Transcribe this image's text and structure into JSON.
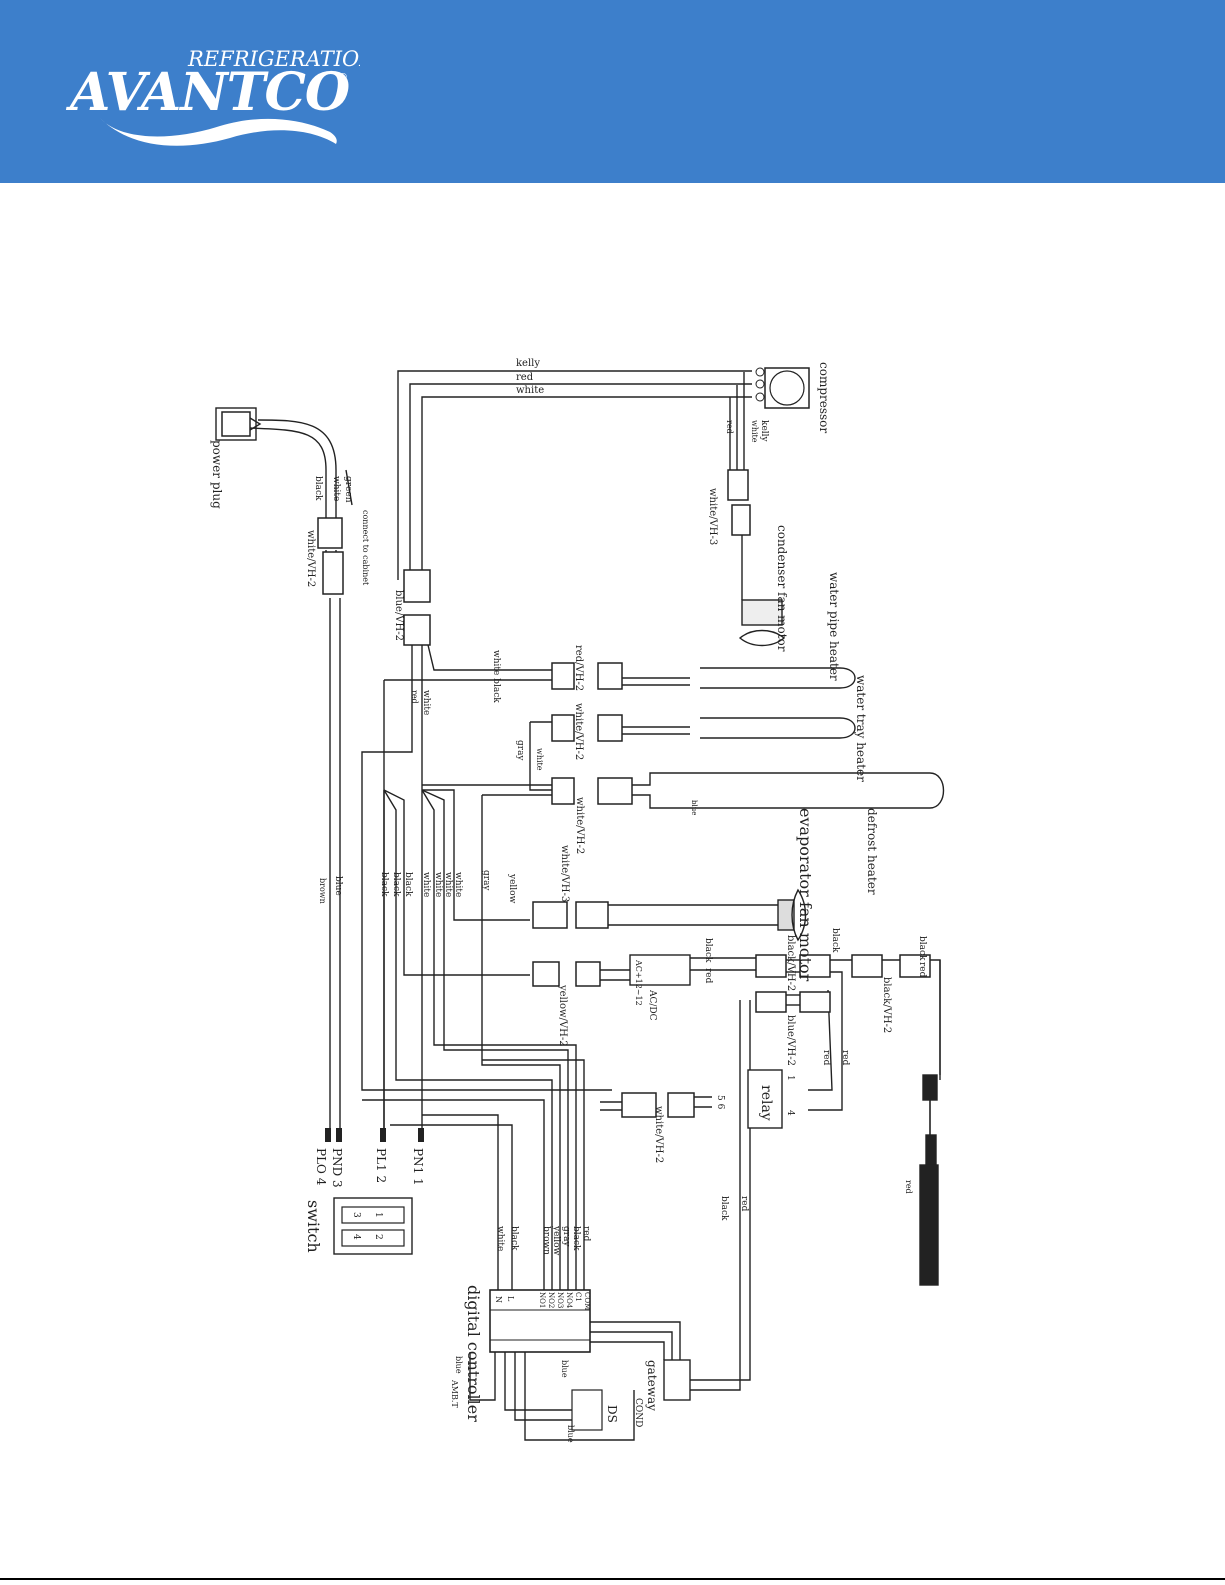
{
  "brand": {
    "subtitle": "REFRIGERATION",
    "name": "AVANTCO",
    "registered": "®",
    "header_color": "#3d7fcb"
  },
  "diagram": {
    "labels": {
      "compressor": "compressor",
      "power_plug": "power plug",
      "condenser_fan_motor": "condenser fan motor",
      "water_pipe_heater": "water pipe heater",
      "water_tray_heater": "water tray heater",
      "defrost_heater": "defrost heater",
      "evaporator_fan_motor": "evaporator fan motor",
      "relay": "relay",
      "switch": "switch",
      "digital_controller": "digital controller",
      "gateway": "gateway",
      "connect_to_cabinet": "connect to cabinet",
      "acdc": "AC/DC",
      "acdc_rating": "AC+12~12",
      "cond": "COND",
      "ds": "DS",
      "amb_t": "AMB.T"
    },
    "wires": {
      "kelly": "kelly",
      "red": "red",
      "white": "white",
      "black": "black",
      "blue": "blue",
      "brown": "brown",
      "gray": "gray",
      "yellow": "yellow",
      "green": "green",
      "white_black": "white black"
    },
    "connectors": {
      "white_vh2": "white/VH-2",
      "white_vh3": "white/VH-3",
      "blue_vh2": "blue/VH-2",
      "red_vh2": "red/VH-2",
      "black_vh2": "black/VH-2",
      "yellow_vh2": "yellow/VH-2"
    },
    "pins": {
      "pnd3": "PND 3",
      "pl04": "PLO 4",
      "pl12": "PL1 2",
      "pn1": "PN1 1",
      "relay_1": "1",
      "relay_4": "4",
      "relay_56": "5 6",
      "sw1": "1",
      "sw2": "2",
      "sw3": "3",
      "sw4": "4"
    },
    "controller_terminals": {
      "n": "N",
      "l": "L",
      "no1": "NO1",
      "no2": "NO2",
      "no3": "NO3",
      "no4": "NO4",
      "com": "COM",
      "c1": "C1"
    }
  }
}
